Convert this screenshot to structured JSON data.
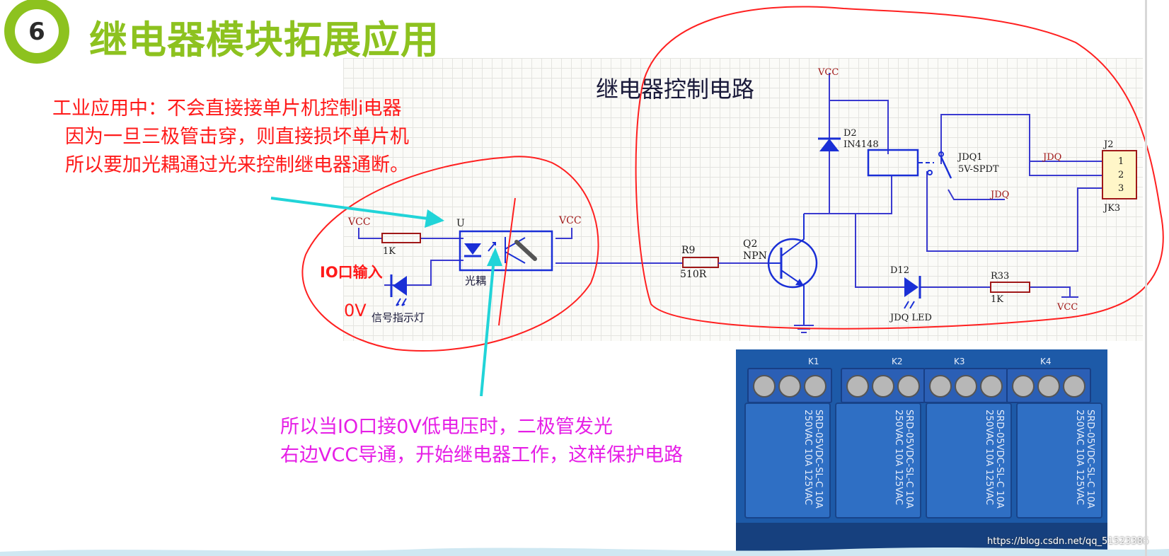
{
  "slide": {
    "number": "6",
    "title": "继电器模块拓展应用"
  },
  "schematic": {
    "title": "继电器控制电路",
    "labels": {
      "u": "U",
      "vcc_left": "VCC",
      "r_1k": "1K",
      "optocoupler": "光耦",
      "vcc_opto": "VCC",
      "led_signal": "信号指示灯",
      "r9": "R9",
      "r9_value": "510R",
      "q2": "Q2",
      "q2_type": "NPN",
      "vcc_top": "VCC",
      "d2": "D2",
      "d2_part": "IN4148",
      "jdq1": "JDQ1",
      "jdq1_part": "5V-SPDT",
      "jdq_out": "JDQ",
      "jdq_bottom": "JDQ",
      "j2": "J2",
      "pin1": "1",
      "pin2": "2",
      "pin3": "3",
      "jk3": "JK3",
      "d12": "D12",
      "jdq_led": "JDQ LED",
      "r33": "R33",
      "r33_value": "1K",
      "vcc_right": "VCC"
    }
  },
  "annotations": {
    "io_input": "IO口输入",
    "zero_v": "0V",
    "note_top": [
      "工业应用中：不会直接接单片机控制i电器",
      "因为一旦三极管击穿，则直接损坏单片机",
      "所以要加光耦通过光来控制继电器通断。"
    ],
    "note_bottom": [
      "所以当IO口接0V低电压时，二极管发光",
      "右边VCC导通，开始继电器工作，这样保护电路"
    ]
  },
  "photo": {
    "relay_labels": [
      "K1",
      "K2",
      "K3",
      "K4"
    ],
    "relay_marking": "SRD-05VDC-SL-C 10A 250VAC 10A 125VAC"
  },
  "watermark": {
    "url": "https://blog.csdn.net/qq_51523386"
  },
  "colors": {
    "title_green": "#8dc21f",
    "badge_green": "#8dc21f",
    "schematic_blue": "#1a2fd6",
    "wire": "#3a3ad0",
    "component_red": "#a01818",
    "annotation_red": "#ff1a1a",
    "annotation_magenta": "#e61ee6",
    "arrow_cyan": "#21d4d8"
  }
}
